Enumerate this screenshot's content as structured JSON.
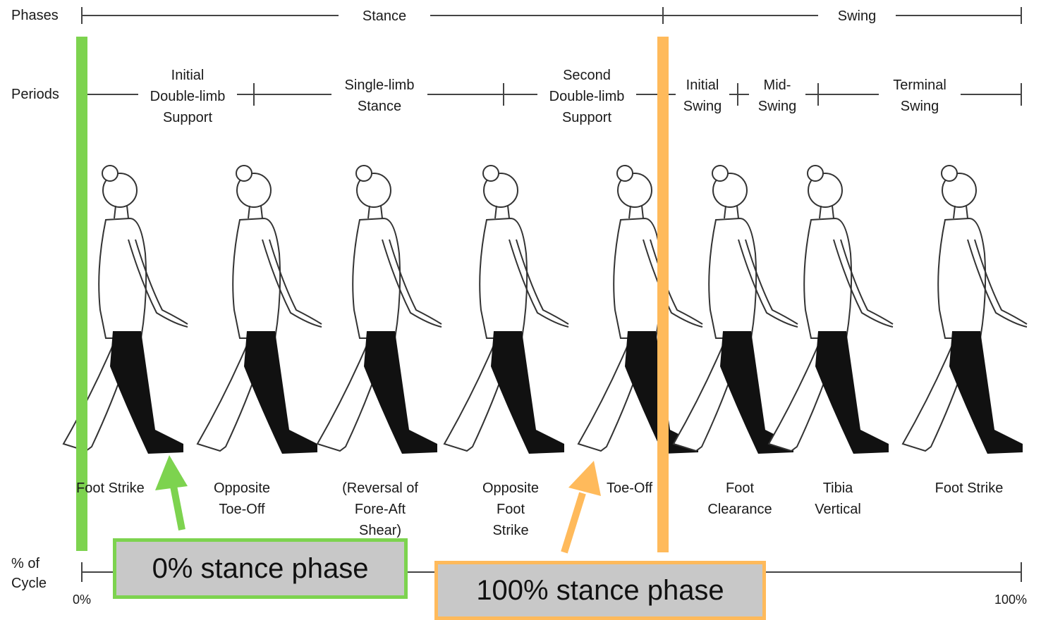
{
  "rows": {
    "phases": "Phases",
    "periods": "Periods",
    "cycle": "% of\nCycle"
  },
  "phases": [
    "Stance",
    "Swing"
  ],
  "periods": [
    "Initial\nDouble-limb\nSupport",
    "Single-limb\nStance",
    "Second\nDouble-limb\nSupport",
    "Initial\nSwing",
    "Mid-\nSwing",
    "Terminal\nSwing"
  ],
  "events": [
    "Foot Strike",
    "Opposite\nToe-Off",
    "(Reversal of\nFore-Aft\nShear)",
    "Opposite\nFoot\nStrike",
    "Toe-Off",
    "Foot\nClearance",
    "Tibia\nVertical",
    "Foot Strike"
  ],
  "cycle_start": "0%",
  "cycle_end": "100%",
  "callouts": {
    "start": "0% stance phase",
    "end": "100% stance phase"
  },
  "colors": {
    "start_marker": "#7dd34f",
    "end_marker": "#ffba5b",
    "callout_fill": "#c8c8c8",
    "limb_dark": "#111111",
    "outline": "#333333"
  },
  "icons": [
    "walking-figure-icon",
    "up-arrow-icon"
  ]
}
